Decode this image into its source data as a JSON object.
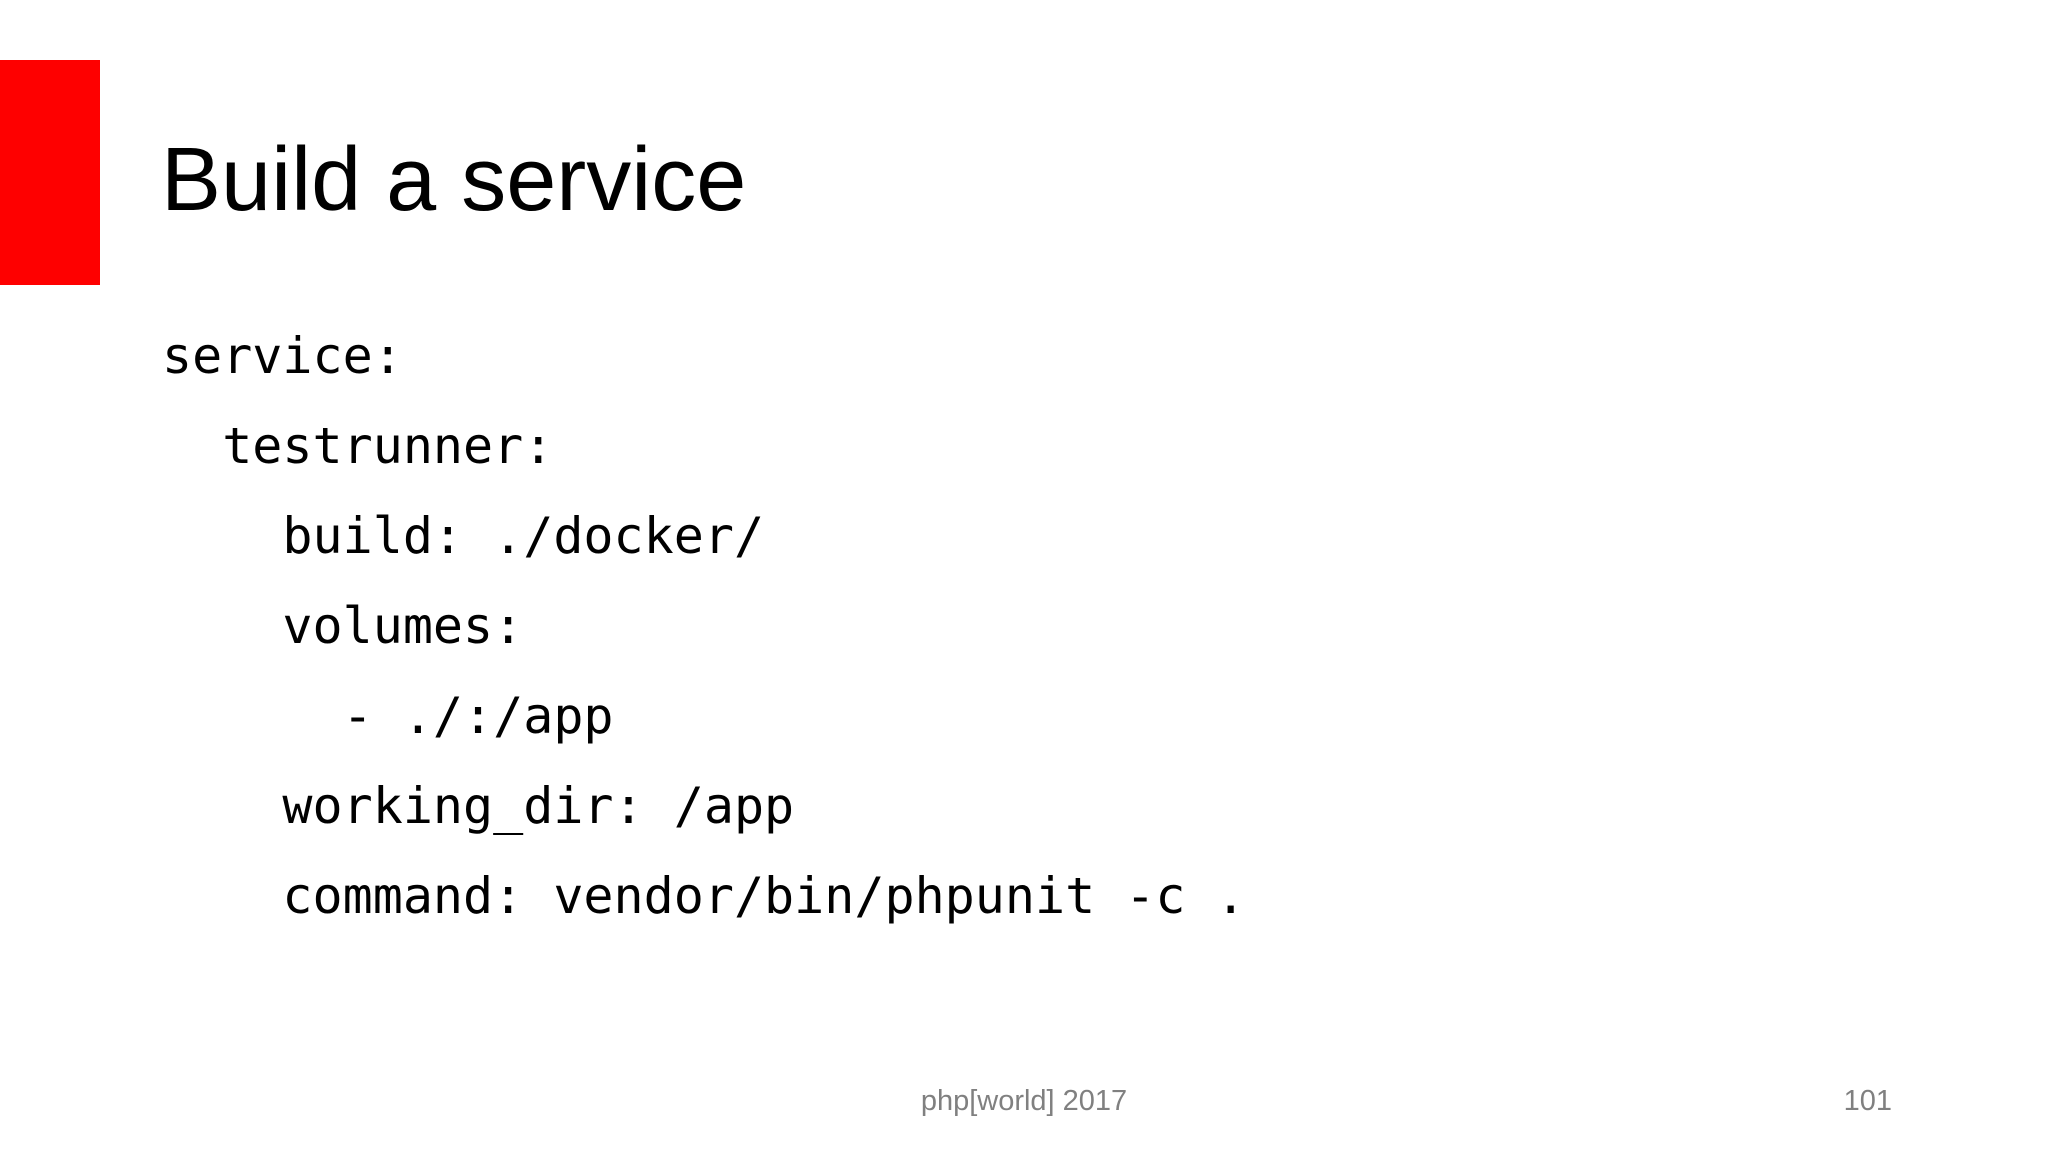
{
  "slide": {
    "title": "Build a service",
    "accent_color": "#fe0000",
    "text_color": "#000000",
    "code_lines": [
      "service:",
      "  testrunner:",
      "    build: ./docker/",
      "    volumes:",
      "      - ./:/app",
      "    working_dir: /app",
      "    command: vendor/bin/phpunit -c ."
    ],
    "footer": {
      "conference": "php[world] 2017",
      "page_number": "101",
      "text_color": "#808080"
    }
  }
}
